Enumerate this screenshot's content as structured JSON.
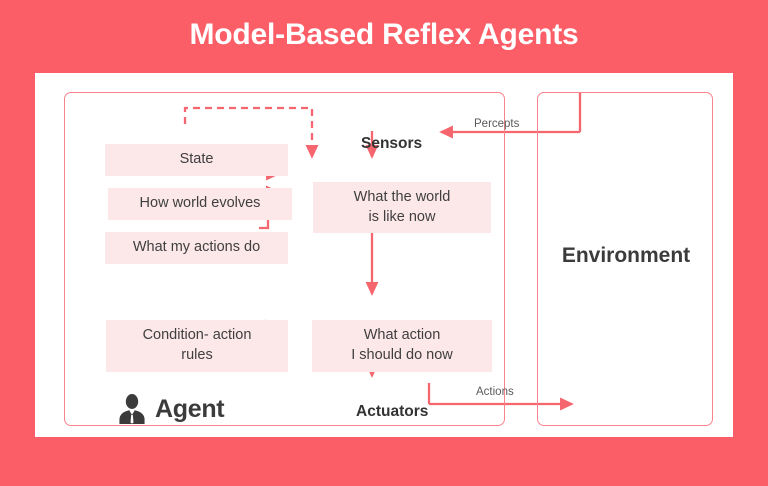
{
  "title": "Model-Based Reflex Agents",
  "theme": {
    "background": "#FB5E67",
    "card": "#FFFFFF",
    "box_fill": "#FCE7E9",
    "line": "#F5666F",
    "border": "#F9838C",
    "text_dark": "#3B3B3B",
    "text_muted": "#5A5A5A"
  },
  "diagram": {
    "type": "flow-diagram",
    "agent": {
      "label": "Agent",
      "icon": "person-icon",
      "boxes": {
        "state": "State",
        "world_evolves": "How world evolves",
        "actions_do": "What my actions do",
        "world_now": "What the world\nis like now",
        "world_now_line1": "What the world",
        "world_now_line2": "is like now",
        "condition_rules_line1": "Condition- action",
        "condition_rules_line2": "rules",
        "what_action_line1": "What action",
        "what_action_line2": "I should do now"
      },
      "ports": {
        "sensors": "Sensors",
        "actuators": "Actuators"
      }
    },
    "environment": {
      "label": "Environment"
    },
    "edges": {
      "percepts": "Percepts",
      "actions": "Actions"
    }
  }
}
